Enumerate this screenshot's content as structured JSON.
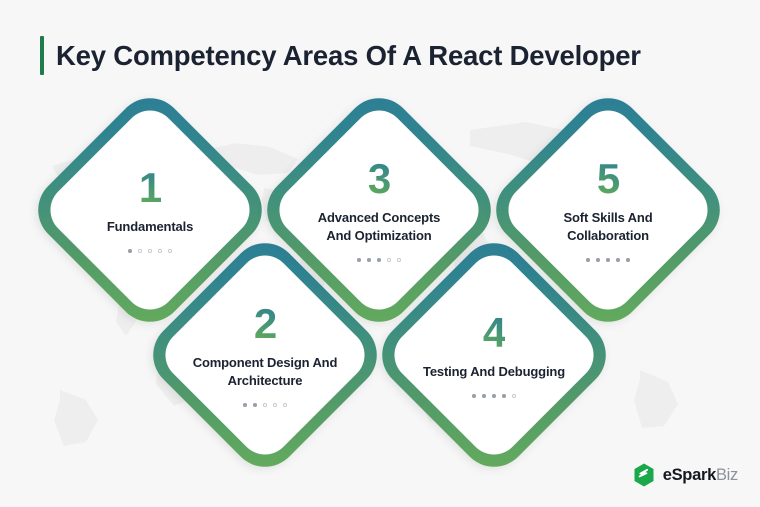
{
  "header": {
    "title": "Key Competency Areas Of A React Developer",
    "accent_color": "#1f7a4d"
  },
  "theme": {
    "background": "#f7f7f7",
    "gradient_start": "#2c7d96",
    "gradient_end": "#66ad5c",
    "text_color": "#1b2231",
    "dot_filled": "#9aa0aa",
    "dot_hollow": "#c8ccd2"
  },
  "steps": [
    {
      "number": "1",
      "label": "Fundamentals",
      "dots_filled": 1,
      "dots_total": 5
    },
    {
      "number": "2",
      "label": "Component Design And Architecture",
      "dots_filled": 2,
      "dots_total": 5
    },
    {
      "number": "3",
      "label": "Advanced Concepts And Optimization",
      "dots_filled": 3,
      "dots_total": 5
    },
    {
      "number": "4",
      "label": "Testing And Debugging",
      "dots_filled": 4,
      "dots_total": 5
    },
    {
      "number": "5",
      "label": "Soft Skills And Collaboration",
      "dots_filled": 5,
      "dots_total": 5
    }
  ],
  "footer": {
    "logo_icon": "esparkbiz-hexagon-logo-icon",
    "brand_primary": "eSpark",
    "brand_secondary": "Biz"
  }
}
